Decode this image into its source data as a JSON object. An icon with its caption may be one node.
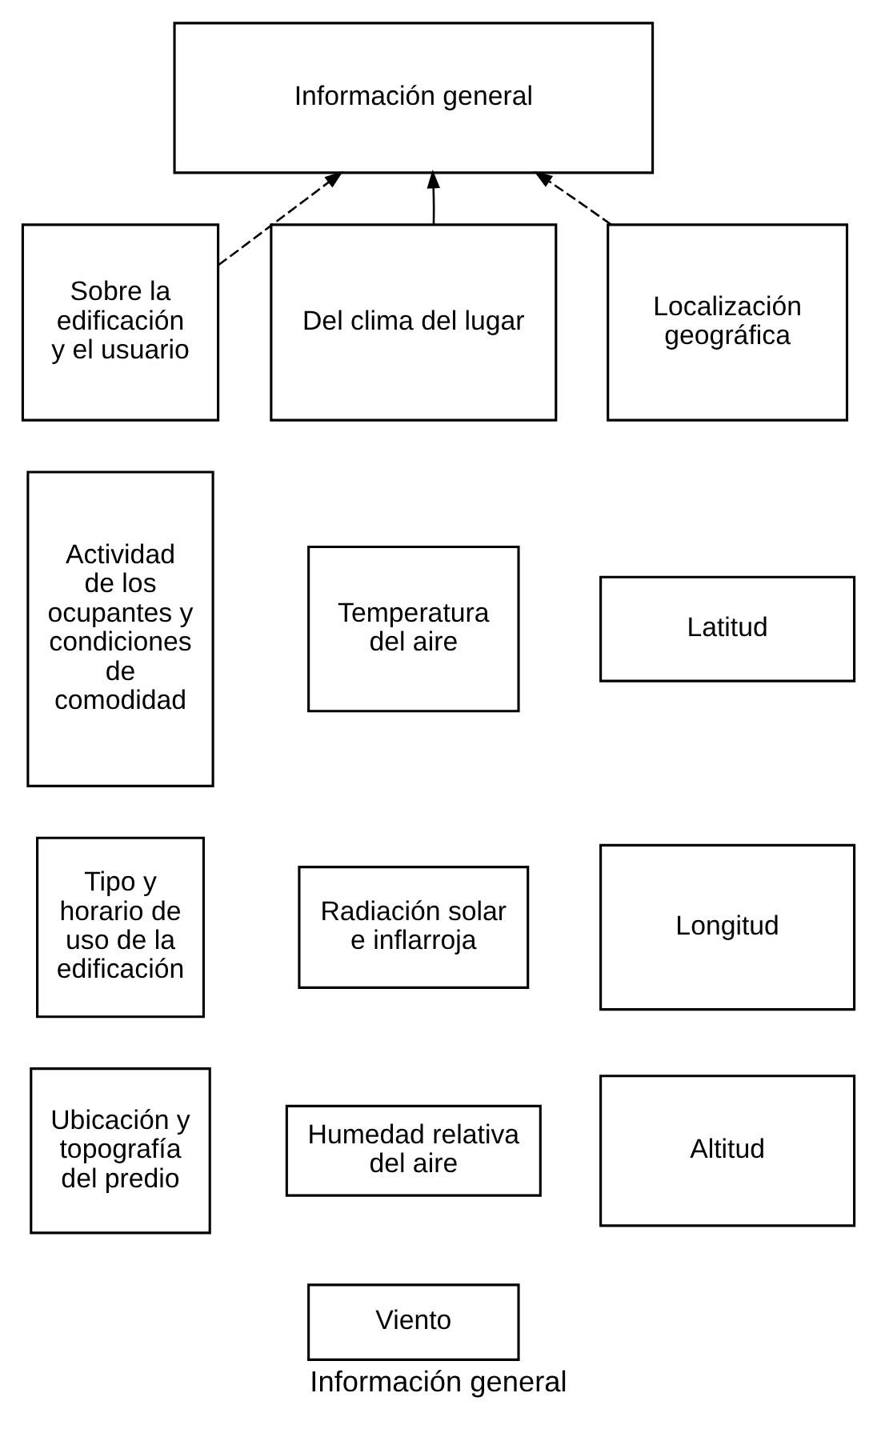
{
  "diagram": {
    "caption": "Información general",
    "nodes": [
      {
        "text": [
          "Información general"
        ]
      },
      {
        "text": [
          "Sobre la edificación y el usuario"
        ]
      },
      {
        "text": [
          "Del clima del lugar"
        ]
      },
      {
        "text": [
          "Localización geográfica"
        ]
      },
      {
        "text": [
          "Actividad de los ocupantes y condiciones de comodidad"
        ]
      },
      {
        "text": [
          "Temperatura del aire"
        ]
      },
      {
        "text": [
          "Latitud"
        ]
      },
      {
        "text": [
          "Radiación solar e inflarroja"
        ]
      },
      {
        "text": [
          "Longitud"
        ]
      },
      {
        "text": [
          "Tipo y horario de uso de la edificación"
        ]
      },
      {
        "text": [
          "Humedad relativa del aire"
        ]
      },
      {
        "text": [
          "Ubicación y topografía del predio"
        ]
      },
      {
        "text": [
          "Altitud"
        ]
      },
      {
        "text": [
          "Viento"
        ]
      }
    ],
    "edges": [
      {
        "from": 1,
        "to": 0,
        "arrow": "to",
        "style": "dashed"
      },
      {
        "from": 2,
        "to": 0,
        "arrow": "to"
      },
      {
        "from": 3,
        "to": 0,
        "arrow": "to",
        "style": "dashed"
      }
    ]
  }
}
